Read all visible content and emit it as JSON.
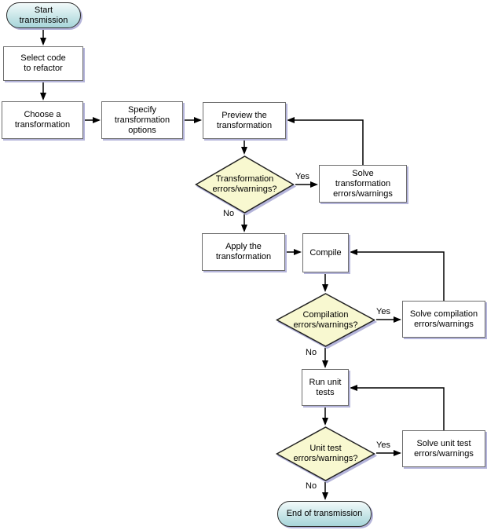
{
  "diagram": {
    "type": "flowchart",
    "background": "#ffffff",
    "palette": {
      "terminal_fill_top": "#f2fafa",
      "terminal_fill_bottom": "#a7d5da",
      "process_fill": "#ffffff",
      "process_border": "#6e6e6e",
      "decision_fill": "#f8f8d0",
      "decision_border": "#222222",
      "drop_shadow": "#b4b4da",
      "arrow": "#000000",
      "text": "#000000"
    }
  },
  "nodes": [
    {
      "id": "start",
      "type": "terminal",
      "label": "Start transmission"
    },
    {
      "id": "select-code",
      "type": "process",
      "label": "Select code to refactor"
    },
    {
      "id": "choose-transformation",
      "type": "process",
      "label": "Choose a transformation"
    },
    {
      "id": "specify-options",
      "type": "process",
      "label": "Specify transformation options"
    },
    {
      "id": "preview-transformation",
      "type": "process",
      "label": "Preview the transformation"
    },
    {
      "id": "transformation-errors",
      "type": "decision",
      "label": "Transformation errors/warnings?"
    },
    {
      "id": "solve-transformation-errors",
      "type": "process",
      "label": "Solve transformation errors/warnings"
    },
    {
      "id": "apply-transformation",
      "type": "process",
      "label": "Apply the transformation"
    },
    {
      "id": "compile",
      "type": "process",
      "label": "Compile"
    },
    {
      "id": "compilation-errors",
      "type": "decision",
      "label": "Compilation errors/warnings?"
    },
    {
      "id": "solve-compilation-errors",
      "type": "process",
      "label": "Solve compilation errors/warnings"
    },
    {
      "id": "run-unit-tests",
      "type": "process",
      "label": "Run unit tests"
    },
    {
      "id": "unit-test-errors",
      "type": "decision",
      "label": "Unit test errors/warnings?"
    },
    {
      "id": "solve-unit-test-errors",
      "type": "process",
      "label": "Solve unit test errors/warnings"
    },
    {
      "id": "end",
      "type": "terminal",
      "label": "End of transmission"
    }
  ],
  "edge_labels": [
    {
      "id": "transformation-yes",
      "text": "Yes"
    },
    {
      "id": "transformation-no",
      "text": "No"
    },
    {
      "id": "compilation-yes",
      "text": "Yes"
    },
    {
      "id": "compilation-no",
      "text": "No"
    },
    {
      "id": "unit-test-yes",
      "text": "Yes"
    },
    {
      "id": "unit-test-no",
      "text": "No"
    }
  ]
}
